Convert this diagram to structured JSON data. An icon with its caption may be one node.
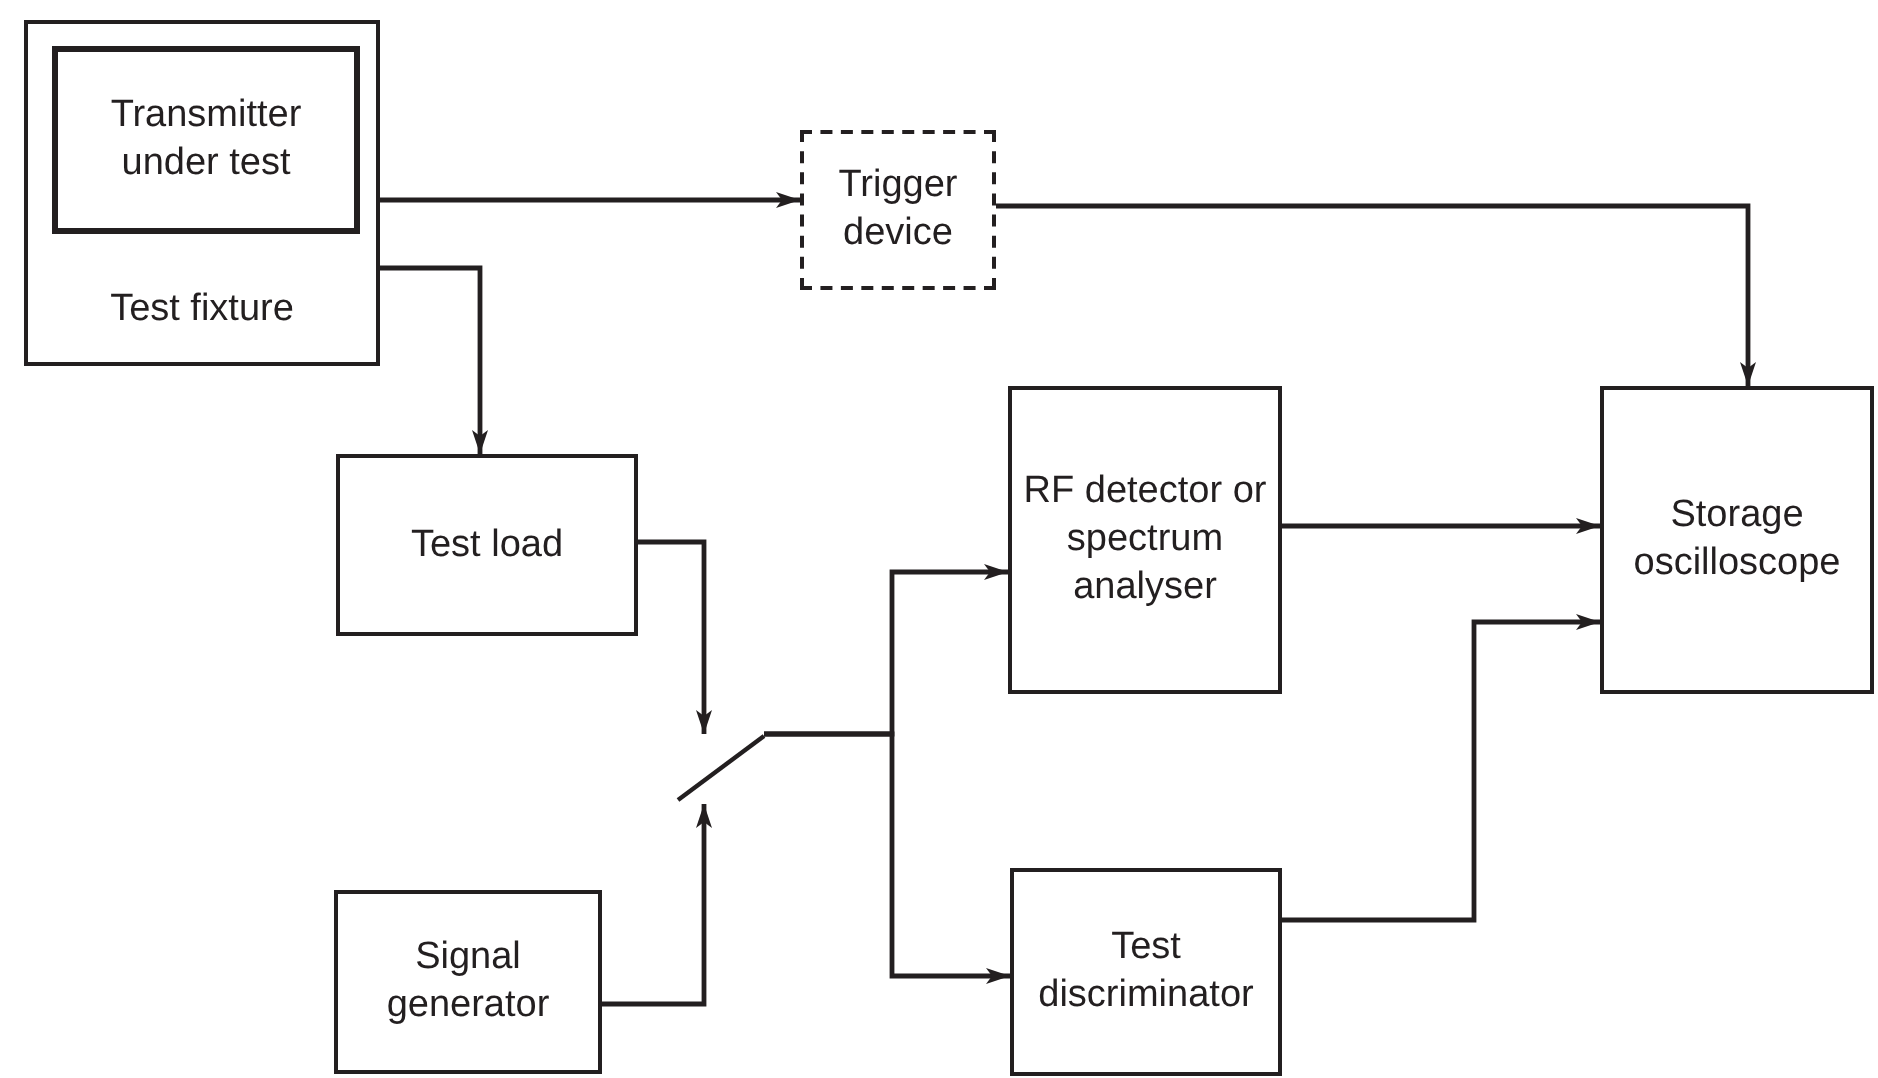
{
  "diagram": {
    "nodes": [
      {
        "text": [
          "Test fixture"
        ]
      },
      {
        "text": [
          "Transmitter under test"
        ],
        "in": 0
      },
      {
        "text": [
          "Trigger device"
        ]
      },
      {
        "text": [
          "Test load"
        ]
      },
      {
        "text": [],
        "shape": "switch"
      },
      {
        "text": [
          "RF detector or spectrum analyser"
        ]
      },
      {
        "text": [
          "Storage oscilloscope"
        ]
      },
      {
        "text": [
          "Signal generator"
        ]
      },
      {
        "text": [
          "Test discriminator"
        ]
      }
    ],
    "edges": [
      {
        "from": 0,
        "to": 2,
        "arrow": "to"
      },
      {
        "from": 0,
        "to": 3,
        "arrow": "to"
      },
      {
        "from": 2,
        "to": 6,
        "arrow": "to"
      },
      {
        "from": 3,
        "to": 4,
        "arrow": "to"
      },
      {
        "from": 7,
        "to": 4,
        "arrow": "to"
      },
      {
        "from": 4,
        "to": 5,
        "arrow": "to"
      },
      {
        "from": 4,
        "to": 8,
        "arrow": "to"
      },
      {
        "from": 5,
        "to": 6,
        "arrow": "to"
      },
      {
        "from": 8,
        "to": 6,
        "arrow": "to"
      }
    ]
  }
}
